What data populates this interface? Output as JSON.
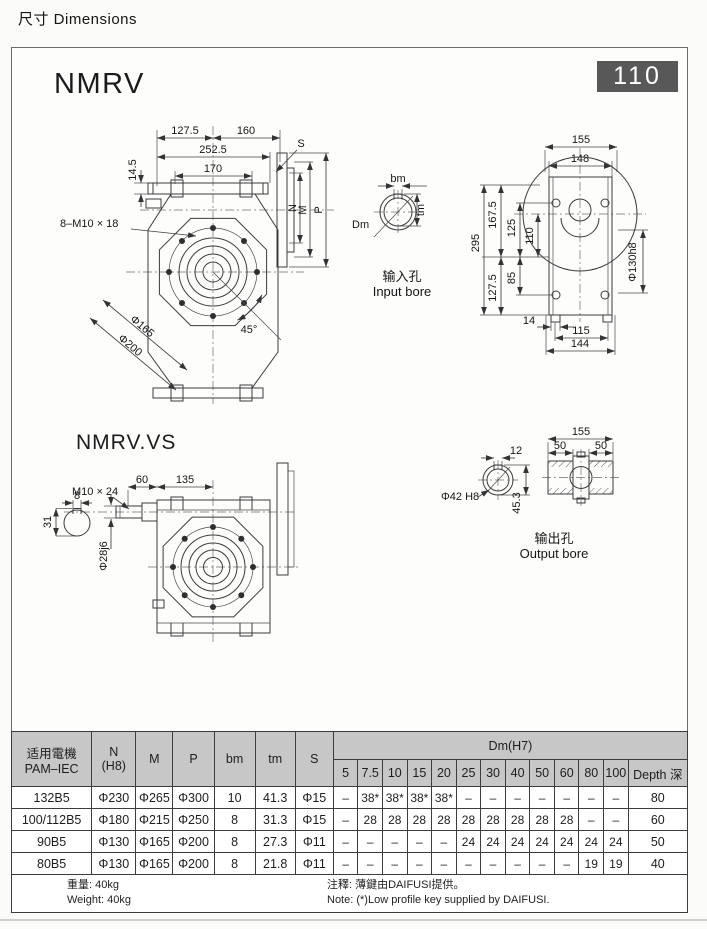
{
  "page": {
    "header": "尺寸 Dimensions"
  },
  "panel": {
    "model_series": "NMRV",
    "model_series_vs": "NMRV.VS",
    "size_badge": "110"
  },
  "colors": {
    "badge_bg": "#585858",
    "table_header_bg": "#c7c7c7",
    "line": "#3b3b3b"
  },
  "drawings": {
    "nmrv_side": {
      "d127": "127.5",
      "d160": "160",
      "d2525": "252.5",
      "d170": "170",
      "d145": "14.5",
      "s": "S",
      "bolts": "8–M10 × 18",
      "n": "N",
      "m": "M",
      "p": "P",
      "d165": "Φ165",
      "d200": "Φ200",
      "a45": "45°"
    },
    "input_bore": {
      "bm": "bm",
      "tm": "tm",
      "dm": "Dm",
      "cap_zh": "输入孔",
      "cap_en": "Input bore"
    },
    "rear": {
      "d155": "155",
      "d148": "148",
      "d295": "295",
      "d1675": "167.5",
      "d125": "125",
      "d110": "110",
      "d1275": "127.5",
      "d85": "85",
      "d130": "Φ130h8",
      "d14": "14",
      "d115": "115",
      "d144": "144"
    },
    "vs": {
      "d60": "60",
      "d135": "135",
      "bolts": "M10 × 24",
      "d8": "8",
      "d31": "31",
      "d28": "Φ28j6"
    },
    "output_bore": {
      "d12": "12",
      "d42": "Φ42 H8",
      "d453": "45.3",
      "d155": "155",
      "d50l": "50",
      "d50r": "50",
      "cap_zh": "输出孔",
      "cap_en": "Output bore"
    }
  },
  "table": {
    "header": {
      "pam1": "适用電機",
      "pam2": "PAM–IEC",
      "n1": "N",
      "n2": "(H8)",
      "m": "M",
      "p": "P",
      "bm": "bm",
      "tm": "tm",
      "s": "S",
      "dm": "Dm(H7)",
      "dm_cols": [
        "5",
        "7.5",
        "10",
        "15",
        "20",
        "25",
        "30",
        "40",
        "50",
        "60",
        "80",
        "100"
      ],
      "depth": "Depth 深"
    },
    "rows": [
      [
        "132B5",
        "Φ230",
        "Φ265",
        "Φ300",
        "10",
        "41.3",
        "Φ15",
        "–",
        "38*",
        "38*",
        "38*",
        "38*",
        "–",
        "–",
        "–",
        "–",
        "–",
        "–",
        "–",
        "80"
      ],
      [
        "100/112B5",
        "Φ180",
        "Φ215",
        "Φ250",
        "8",
        "31.3",
        "Φ15",
        "–",
        "28",
        "28",
        "28",
        "28",
        "28",
        "28",
        "28",
        "28",
        "28",
        "–",
        "–",
        "60"
      ],
      [
        "90B5",
        "Φ130",
        "Φ165",
        "Φ200",
        "8",
        "27.3",
        "Φ11",
        "–",
        "–",
        "–",
        "–",
        "–",
        "24",
        "24",
        "24",
        "24",
        "24",
        "24",
        "24",
        "50"
      ],
      [
        "80B5",
        "Φ130",
        "Φ165",
        "Φ200",
        "8",
        "21.8",
        "Φ11",
        "–",
        "–",
        "–",
        "–",
        "–",
        "–",
        "–",
        "–",
        "–",
        "–",
        "19",
        "19",
        "40"
      ]
    ],
    "footer": {
      "weight_zh": "重量: 40kg",
      "weight_en": "Weight: 40kg",
      "note_zh": "注釋: 薄鍵由DAIFUSI提供。",
      "note_en": "Note: (*)Low profile key supplied by DAIFUSI."
    }
  }
}
